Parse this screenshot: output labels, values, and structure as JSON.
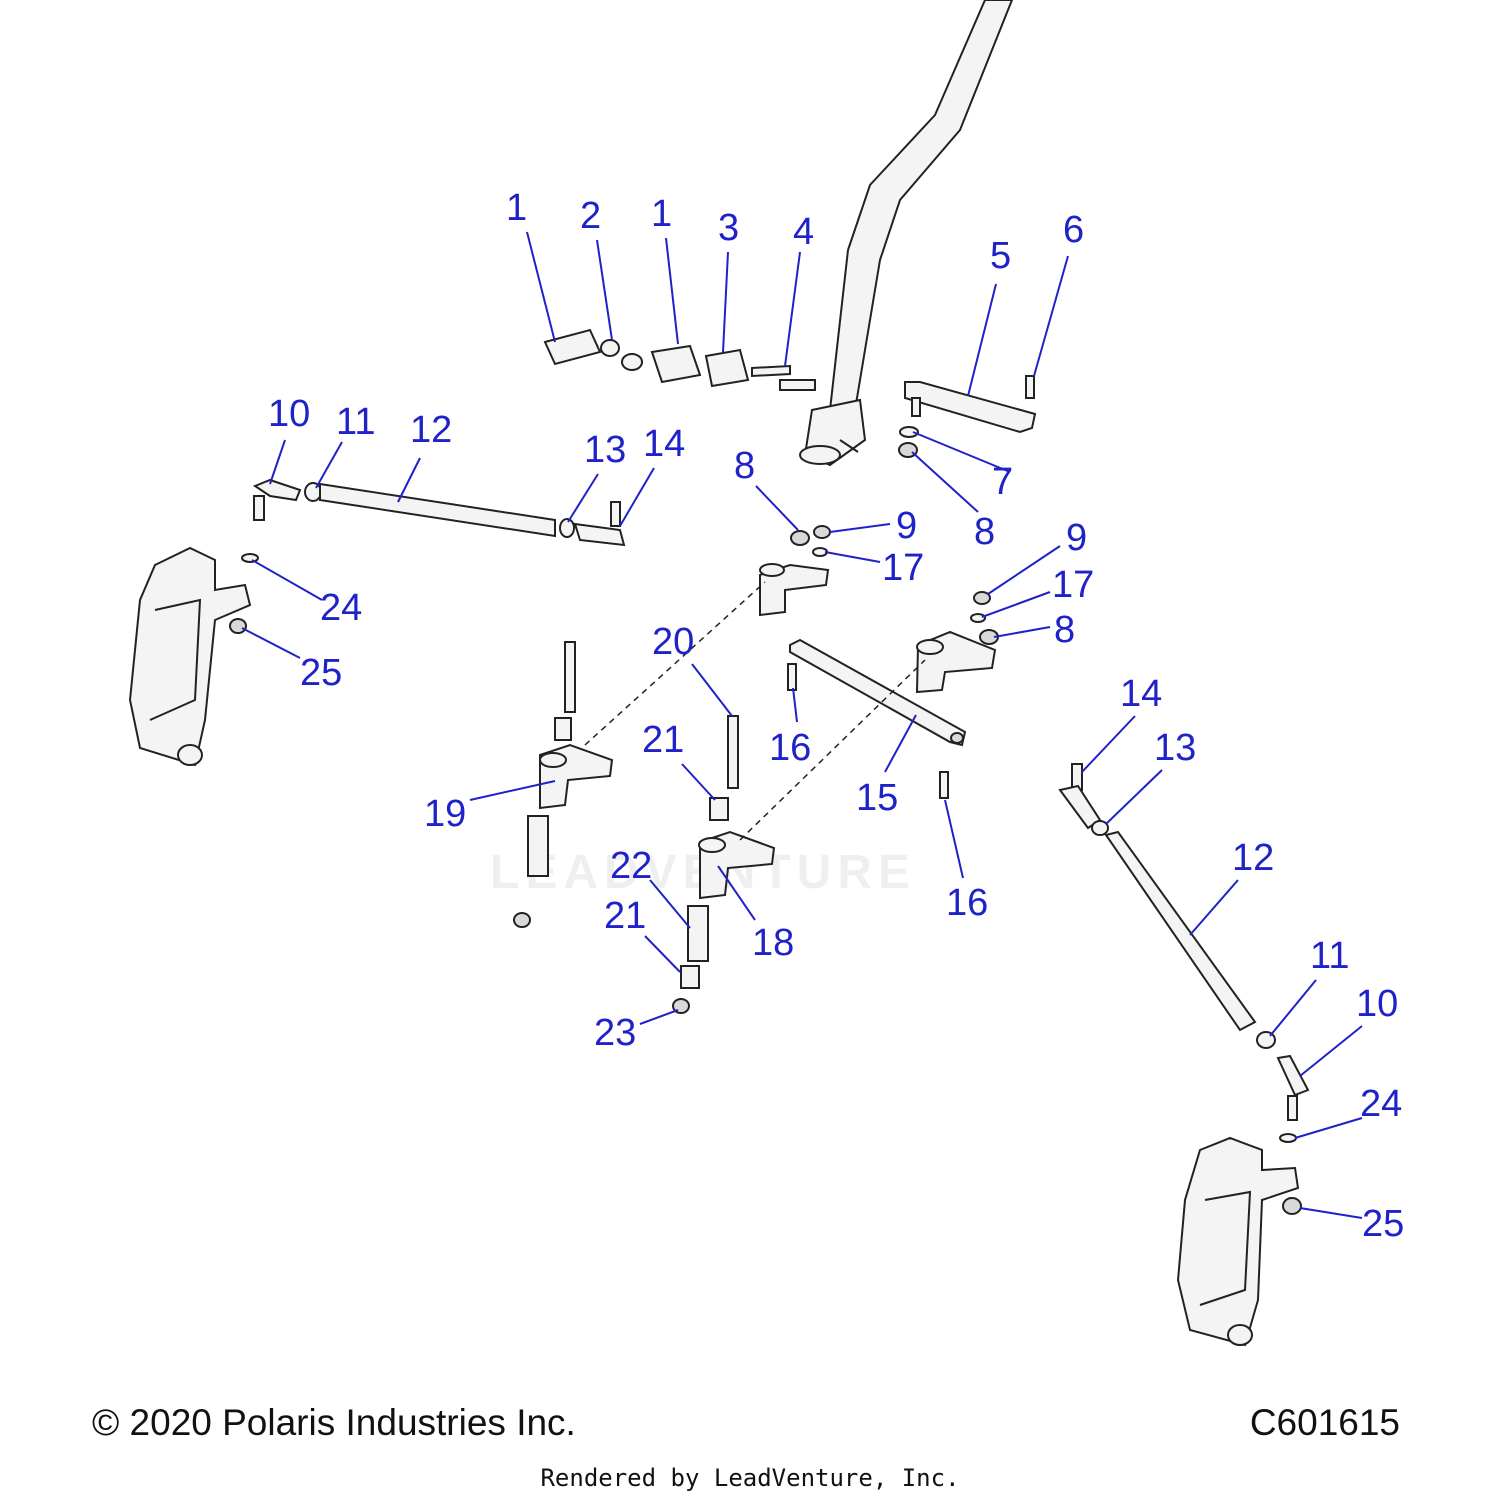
{
  "footer": {
    "copyright": "© 2020 Polaris Industries Inc.",
    "drawing_number": "C601615",
    "rendered_by": "Rendered by LeadVenture, Inc."
  },
  "watermark": "LEADVENTURE",
  "callouts": [
    "1",
    "2",
    "1",
    "3",
    "4",
    "5",
    "6",
    "7",
    "8",
    "8",
    "9",
    "9",
    "17",
    "17",
    "8",
    "10",
    "11",
    "12",
    "13",
    "14",
    "24",
    "25",
    "20",
    "16",
    "21",
    "15",
    "19",
    "22",
    "21",
    "18",
    "23",
    "16",
    "14",
    "13",
    "12",
    "11",
    "10",
    "24",
    "25"
  ]
}
